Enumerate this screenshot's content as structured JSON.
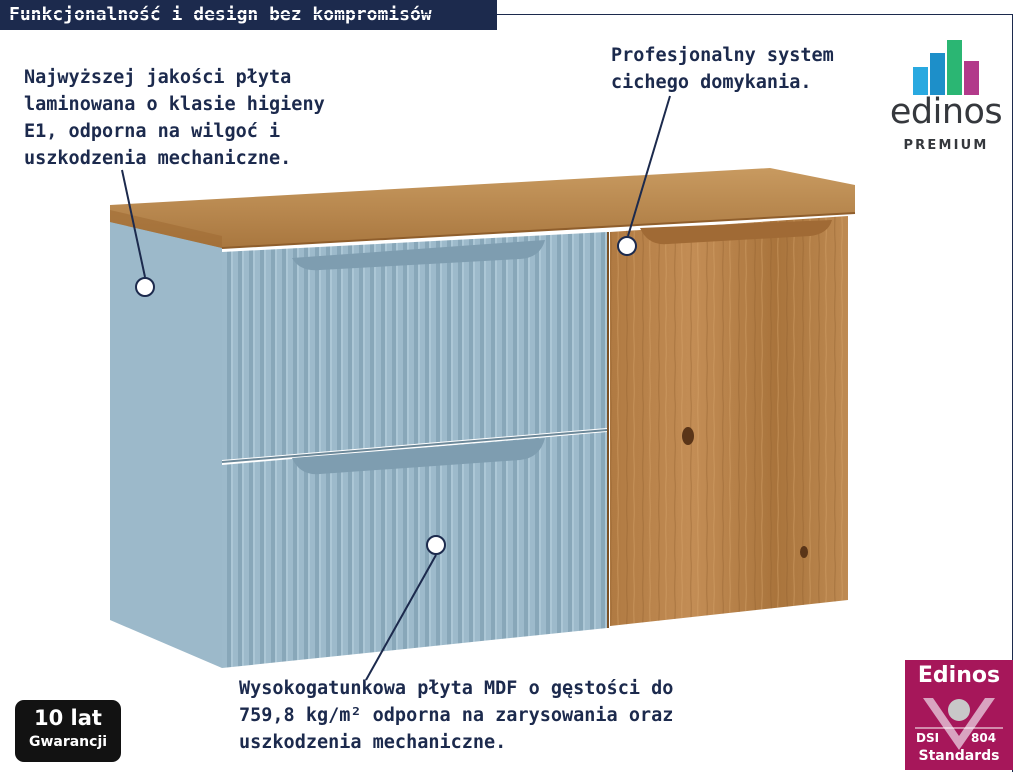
{
  "header": {
    "title": "Funkcjonalność i design bez kompromisów"
  },
  "callouts": {
    "top_left": "Najwyższej jakości płyta\nlaminowana o klasie higieny\nE1, odporna na wilgoć i\nuszkodzenia mechaniczne.",
    "top_right": "Profesjonalny system\ncichego domykania.",
    "bottom": "Wysokogatunkowa płyta MDF o gęstości do\n759,8 kg/m² odporna na zarysowania oraz\nuszkodzenia mechaniczne."
  },
  "brand": {
    "name": "edinos",
    "tagline": "PREMIUM",
    "bar_colors": [
      "#29a9e0",
      "#1d9fc9",
      "#2bb673",
      "#b23a8a"
    ]
  },
  "warranty": {
    "years": "10 lat",
    "label": "Gwarancji"
  },
  "certificate": {
    "name": "Edinos",
    "dsi": "DSI",
    "code": "804",
    "standards": "Standards"
  },
  "colors": {
    "navy": "#1c2a4d",
    "drawer_blue": "#9cb9ca",
    "oak": "#b5824a",
    "badge_magenta": "#a6175a"
  }
}
